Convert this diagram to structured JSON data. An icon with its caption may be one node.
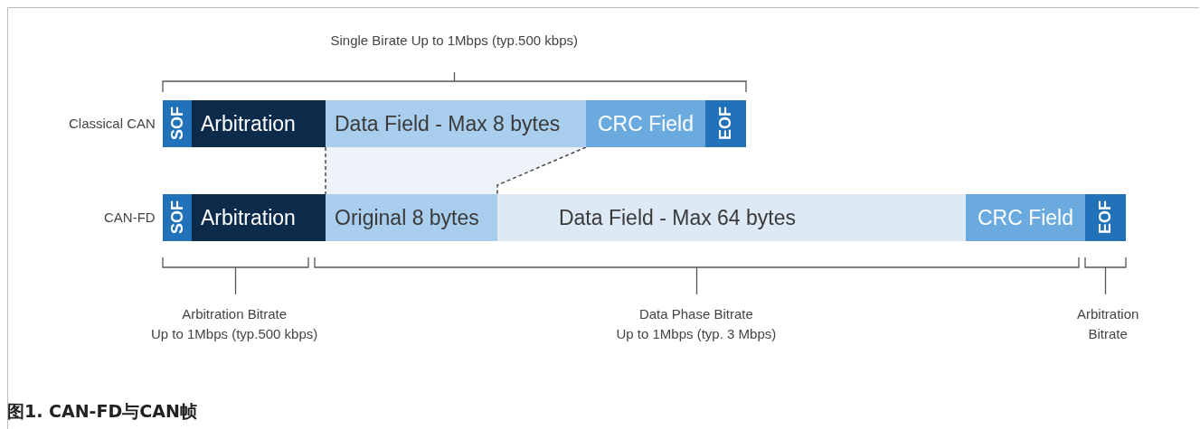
{
  "diagram": {
    "caption": "图1. CAN-FD与CAN帧",
    "nodes": [
      {
        "text": [
          "SOF"
        ]
      },
      {
        "text": [
          "Arbitration"
        ]
      },
      {
        "text": [
          "Data Field - Max 8 bytes"
        ]
      },
      {
        "text": [
          "CRC Field"
        ]
      },
      {
        "text": [
          "EOF"
        ]
      },
      {
        "text": [
          "SOF"
        ]
      },
      {
        "text": [
          "Arbitration"
        ]
      },
      {
        "text": [
          "Original 8 bytes"
        ]
      },
      {
        "text": [
          "Data Field - Max 64 bytes"
        ]
      },
      {
        "text": [
          "CRC Field"
        ]
      },
      {
        "text": [
          "EOF"
        ]
      }
    ],
    "edges": [
      {
        "from": 2,
        "to": 7,
        "arrow": "none",
        "style": "dashed"
      },
      {
        "from": 3,
        "to": 7,
        "arrow": "none",
        "style": "dashed"
      }
    ],
    "labels": [
      "Single Birate Up to 1Mbps (typ.500 kbps)",
      "Classical CAN",
      "CAN-FD",
      "Arbitration Bitrate Up to 1Mbps (typ.500 kbps)",
      "Data Phase Bitrate Up to 1Mbps (typ. 3 Mbps)",
      "Arbitration Bitrate"
    ]
  }
}
